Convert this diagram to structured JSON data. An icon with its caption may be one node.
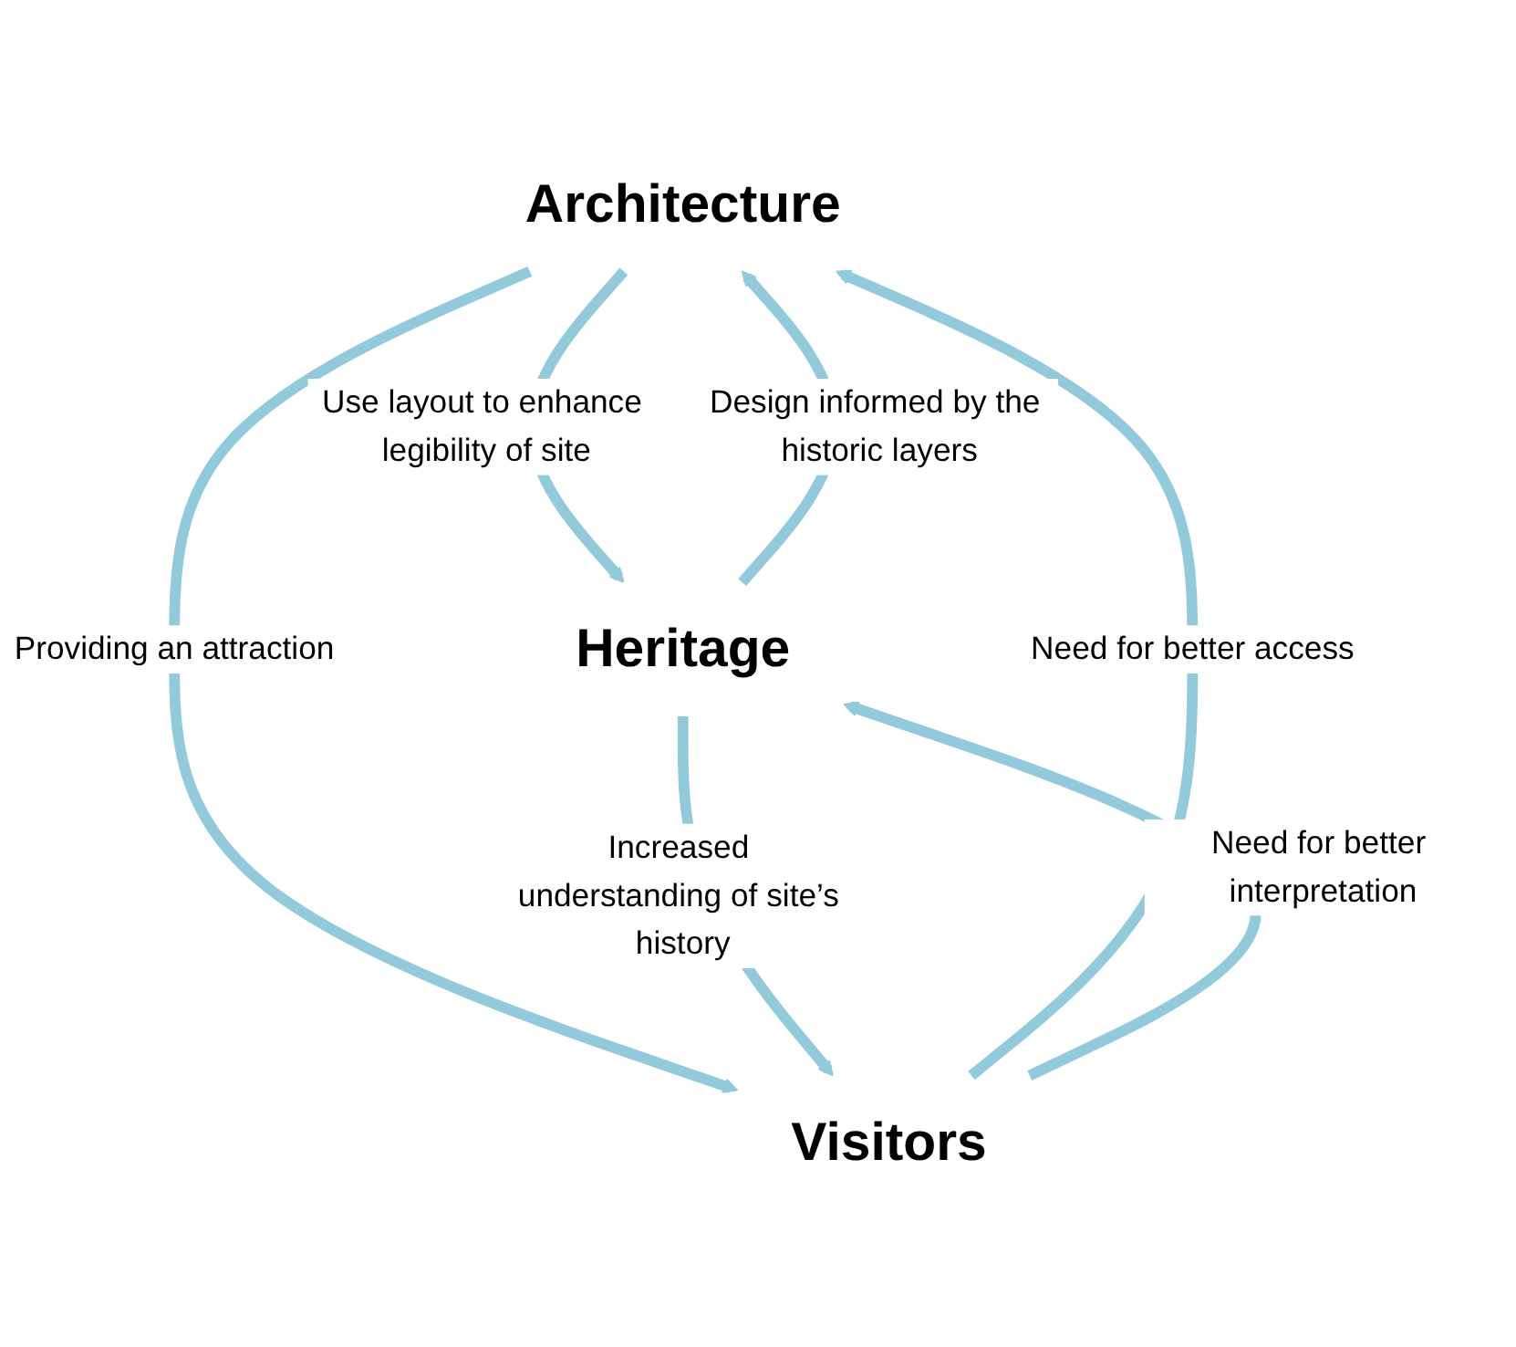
{
  "diagram": {
    "nodes": [
      {
        "text": [
          "Architecture"
        ]
      },
      {
        "text": [
          "Heritage"
        ]
      },
      {
        "text": [
          "Visitors"
        ]
      }
    ],
    "edges": [
      {
        "from": 0,
        "to": 1,
        "arrow": "to",
        "label": "Use layout to enhance legibility of site"
      },
      {
        "from": 1,
        "to": 0,
        "arrow": "to",
        "label": "Design informed by the historic layers"
      },
      {
        "from": 0,
        "to": 2,
        "arrow": "to",
        "label": "Providing an attraction"
      },
      {
        "from": 2,
        "to": 0,
        "arrow": "to",
        "label": "Need for better access"
      },
      {
        "from": 2,
        "to": 1,
        "arrow": "to",
        "label": "Need for better interpretation"
      },
      {
        "from": 1,
        "to": 2,
        "arrow": "to",
        "label": "Increased understanding of site’s history"
      }
    ]
  }
}
